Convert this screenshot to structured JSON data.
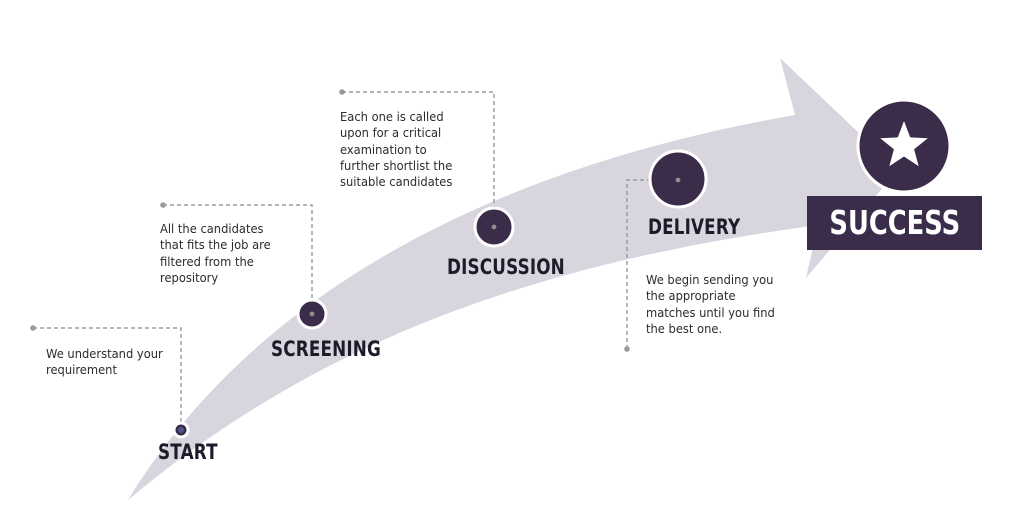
{
  "colors": {
    "arrow": "#d8d5de",
    "node_fill": "#3b2c4a",
    "node_ring": "#ffffff",
    "connector": "#9a9a9a",
    "label": "#1e1a2a"
  },
  "stages": [
    {
      "label": "START",
      "description": "We understand your requirement"
    },
    {
      "label": "SCREENING",
      "description": "All the candidates that fits the job are filtered from the repository"
    },
    {
      "label": "DISCUSSION",
      "description": "Each one is called upon for a critical examination to further shortlist the suitable candidates"
    },
    {
      "label": "DELIVERY",
      "description": "We begin sending you the appropriate matches until you find the best one."
    }
  ],
  "success": {
    "label": "SUCCESS",
    "icon": "star-icon"
  }
}
